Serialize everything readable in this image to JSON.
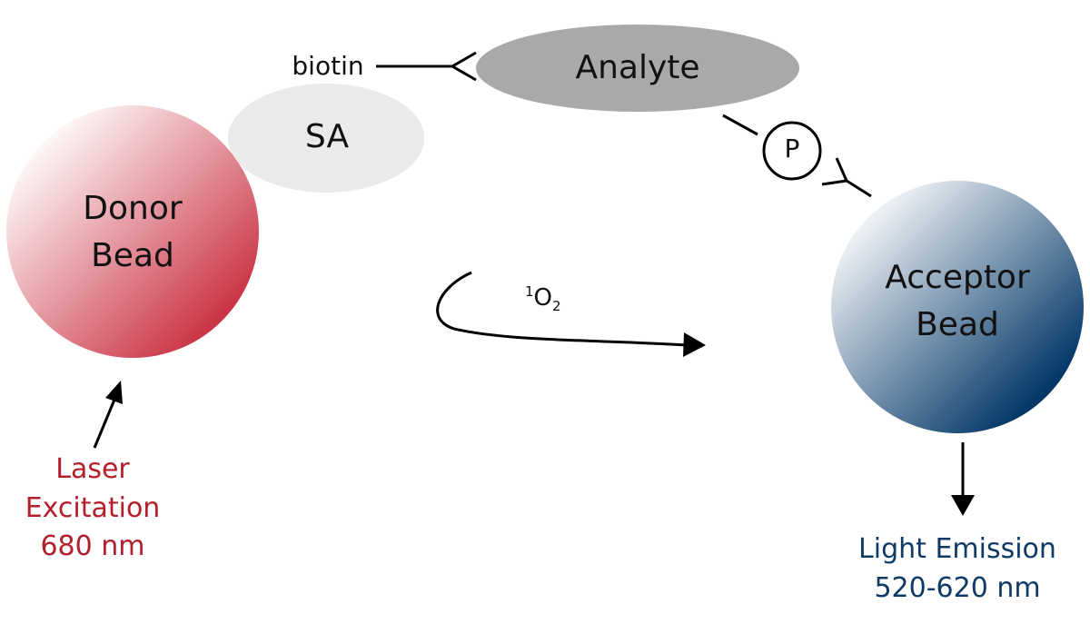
{
  "labels": {
    "biotin": "biotin",
    "analyte": "Analyte",
    "sa": "SA",
    "phospho": "P",
    "donor_line1": "Donor",
    "donor_line2": "Bead",
    "acceptor_line1": "Acceptor",
    "acceptor_line2": "Bead",
    "singlet_sup": "1",
    "singlet_o": "O",
    "singlet_sub": "2",
    "laser_line1": "Laser",
    "laser_line2": "Excitation",
    "laser_line3": "680 nm",
    "emission_line1": "Light Emission",
    "emission_line2": "520-620 nm"
  },
  "colors": {
    "donor_dark": "#c00a1e",
    "donor_light": "#ffffff",
    "acceptor_dark": "#003566",
    "acceptor_light": "#ffffff",
    "analyte_fill": "#a9a9a9",
    "sa_fill": "#eaeaea",
    "laser_text": "#b3202b",
    "emission_text": "#0f3a66"
  }
}
